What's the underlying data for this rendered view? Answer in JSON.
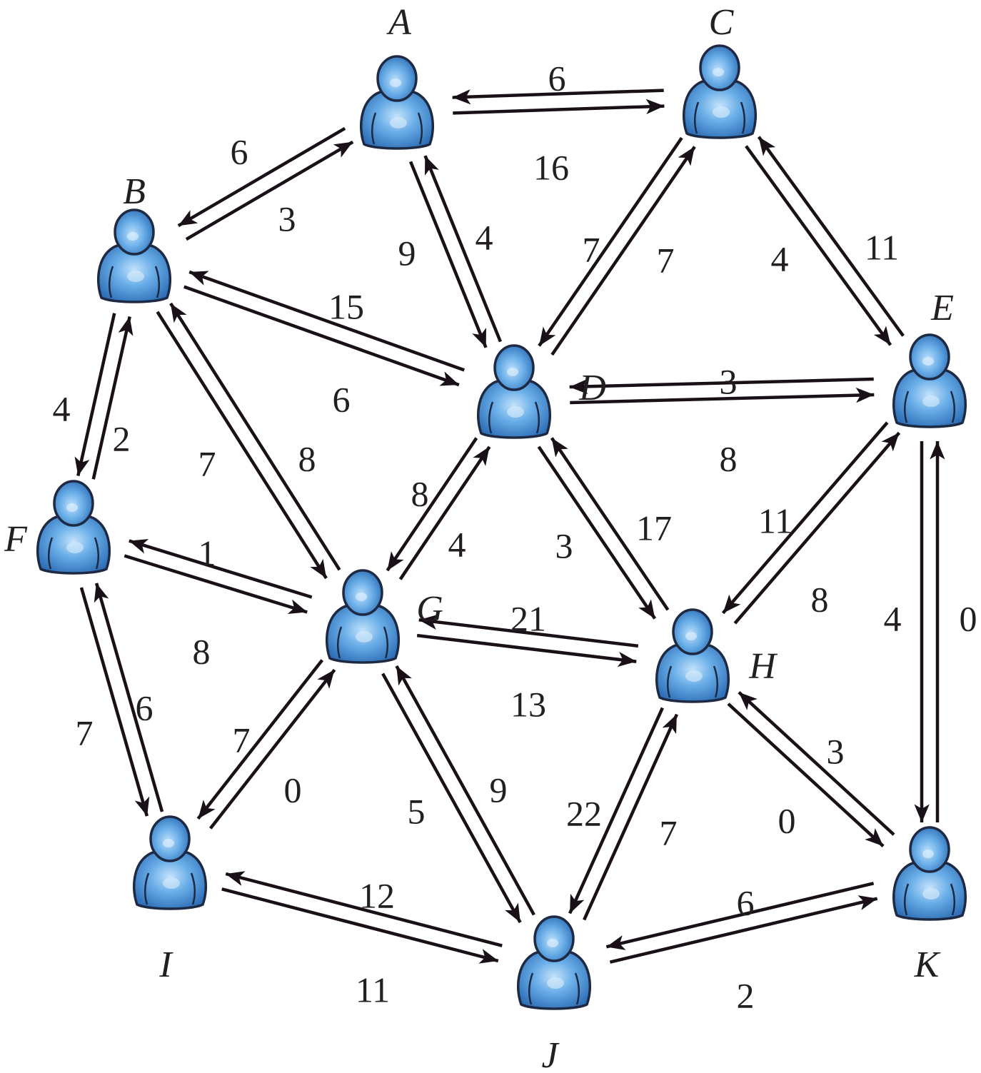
{
  "nodes": [
    {
      "id": "A",
      "label": "A"
    },
    {
      "id": "B",
      "label": "B"
    },
    {
      "id": "C",
      "label": "C"
    },
    {
      "id": "D",
      "label": "D"
    },
    {
      "id": "E",
      "label": "E"
    },
    {
      "id": "F",
      "label": "F"
    },
    {
      "id": "G",
      "label": "G"
    },
    {
      "id": "H",
      "label": "H"
    },
    {
      "id": "I",
      "label": "I"
    },
    {
      "id": "J",
      "label": "J"
    },
    {
      "id": "K",
      "label": "K"
    }
  ],
  "edges": [
    {
      "from": "A",
      "to": "C",
      "weight": "6"
    },
    {
      "from": "C",
      "to": "A",
      "weight": "16"
    },
    {
      "from": "B",
      "to": "A",
      "weight": "6"
    },
    {
      "from": "A",
      "to": "B",
      "weight": "3"
    },
    {
      "from": "A",
      "to": "D",
      "weight": "9"
    },
    {
      "from": "D",
      "to": "A",
      "weight": "4"
    },
    {
      "from": "D",
      "to": "C",
      "weight": "7"
    },
    {
      "from": "C",
      "to": "D",
      "weight": "7"
    },
    {
      "from": "E",
      "to": "C",
      "weight": "4"
    },
    {
      "from": "C",
      "to": "E",
      "weight": "11"
    },
    {
      "from": "B",
      "to": "D",
      "weight": "15"
    },
    {
      "from": "D",
      "to": "B",
      "weight": "6"
    },
    {
      "from": "B",
      "to": "F",
      "weight": "4"
    },
    {
      "from": "F",
      "to": "B",
      "weight": "2"
    },
    {
      "from": "G",
      "to": "B",
      "weight": "7"
    },
    {
      "from": "B",
      "to": "G",
      "weight": "8"
    },
    {
      "from": "D",
      "to": "E",
      "weight": "3"
    },
    {
      "from": "E",
      "to": "D",
      "weight": "8"
    },
    {
      "from": "G",
      "to": "D",
      "weight": "8"
    },
    {
      "from": "D",
      "to": "G",
      "weight": "4"
    },
    {
      "from": "H",
      "to": "D",
      "weight": "3"
    },
    {
      "from": "D",
      "to": "H",
      "weight": "17"
    },
    {
      "from": "H",
      "to": "E",
      "weight": "11"
    },
    {
      "from": "E",
      "to": "H",
      "weight": "8"
    },
    {
      "from": "K",
      "to": "E",
      "weight": "4"
    },
    {
      "from": "E",
      "to": "K",
      "weight": "0"
    },
    {
      "from": "F",
      "to": "G",
      "weight": "1"
    },
    {
      "from": "G",
      "to": "F",
      "weight": "8"
    },
    {
      "from": "G",
      "to": "H",
      "weight": "21"
    },
    {
      "from": "H",
      "to": "G",
      "weight": "13"
    },
    {
      "from": "F",
      "to": "I",
      "weight": "7"
    },
    {
      "from": "I",
      "to": "F",
      "weight": "6"
    },
    {
      "from": "I",
      "to": "G",
      "weight": "7"
    },
    {
      "from": "G",
      "to": "I",
      "weight": "0"
    },
    {
      "from": "G",
      "to": "J",
      "weight": "5"
    },
    {
      "from": "J",
      "to": "G",
      "weight": "9"
    },
    {
      "from": "J",
      "to": "H",
      "weight": "22"
    },
    {
      "from": "H",
      "to": "J",
      "weight": "7"
    },
    {
      "from": "H",
      "to": "K",
      "weight": "3"
    },
    {
      "from": "K",
      "to": "H",
      "weight": "0"
    },
    {
      "from": "I",
      "to": "J",
      "weight": "12"
    },
    {
      "from": "J",
      "to": "I",
      "weight": "11"
    },
    {
      "from": "J",
      "to": "K",
      "weight": "6"
    },
    {
      "from": "K",
      "to": "J",
      "weight": "2"
    }
  ],
  "colors": {
    "node_fill": "#4a90d6",
    "node_highlight": "#a8d4f8",
    "node_outline": "#1e2a44",
    "edge": "#1a1018",
    "text": "#231f20"
  },
  "icon": "user-person-icon"
}
